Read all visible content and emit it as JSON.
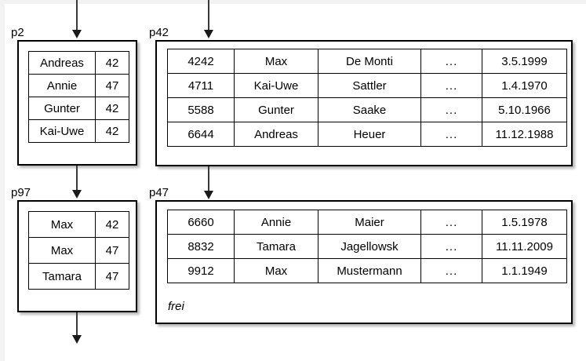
{
  "diagram": {
    "title": "Hash page chain diagram",
    "background_color": "#ffffff",
    "line_color": "#000000",
    "arrow_color": "#3a3a3a"
  },
  "pages": {
    "p2": {
      "label": "p2",
      "columns": 2,
      "rows": [
        {
          "name": "Andreas",
          "bucket": "42"
        },
        {
          "name": "Annie",
          "bucket": "47"
        },
        {
          "name": "Gunter",
          "bucket": "42"
        },
        {
          "name": "Kai-Uwe",
          "bucket": "42"
        }
      ]
    },
    "p97": {
      "label": "p97",
      "columns": 2,
      "rows": [
        {
          "name": "Max",
          "bucket": "42"
        },
        {
          "name": "Max",
          "bucket": "47"
        },
        {
          "name": "Tamara",
          "bucket": "47"
        }
      ]
    },
    "p42": {
      "label": "p42",
      "columns": 5,
      "rows": [
        {
          "id": "4242",
          "first": "Max",
          "last": "De Monti",
          "more": "...",
          "date": "3.5.1999"
        },
        {
          "id": "4711",
          "first": "Kai-Uwe",
          "last": "Sattler",
          "more": "...",
          "date": "1.4.1970"
        },
        {
          "id": "5588",
          "first": "Gunter",
          "last": "Saake",
          "more": "...",
          "date": "5.10.1966"
        },
        {
          "id": "6644",
          "first": "Andreas",
          "last": "Heuer",
          "more": "...",
          "date": "11.12.1988"
        }
      ]
    },
    "p47": {
      "label": "p47",
      "columns": 5,
      "free_label": "frei",
      "rows": [
        {
          "id": "6660",
          "first": "Annie",
          "last": "Maier",
          "more": "...",
          "date": "1.5.1978"
        },
        {
          "id": "8832",
          "first": "Tamara",
          "last": "Jagellowsk",
          "more": "...",
          "date": "11.11.2009"
        },
        {
          "id": "9912",
          "first": "Max",
          "last": "Mustermann",
          "more": "...",
          "date": "1.1.1949"
        }
      ]
    }
  },
  "arrows": [
    {
      "name": "arrow-into-p2",
      "from": "top-edge",
      "to": "p2"
    },
    {
      "name": "arrow-into-p42",
      "from": "top-edge",
      "to": "p42"
    },
    {
      "name": "arrow-p2-to-p97",
      "from": "p2",
      "to": "p97"
    },
    {
      "name": "arrow-p42-to-p47",
      "from": "p42",
      "to": "p47"
    },
    {
      "name": "arrow-out-of-p97",
      "from": "p97",
      "to": "bottom-edge"
    }
  ]
}
